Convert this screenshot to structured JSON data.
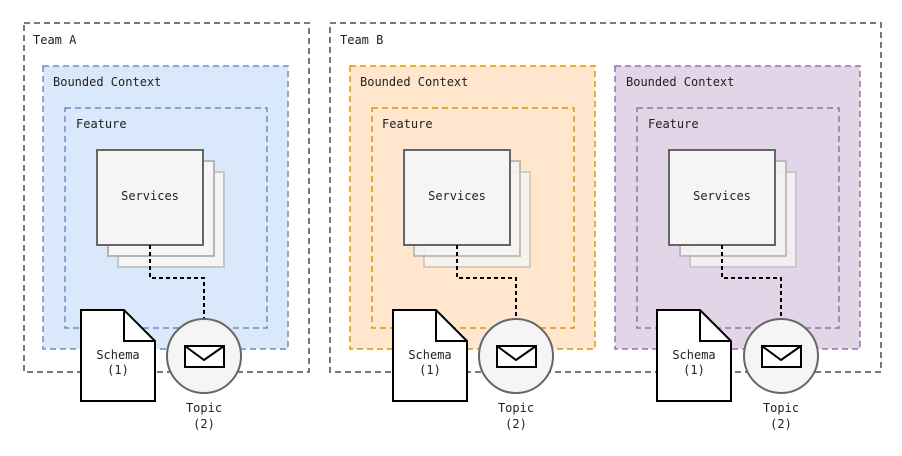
{
  "teams": [
    {
      "label": "Team A",
      "contexts": [
        {
          "label": "Bounded Context",
          "fill": "#dae8fc",
          "stroke": "#6c8ebf",
          "feature": {
            "label": "Feature",
            "services_label": "Services"
          },
          "schema": {
            "label": "Schema",
            "number": "(1)"
          },
          "topic": {
            "label": "Topic",
            "number": "(2)"
          }
        }
      ]
    },
    {
      "label": "Team B",
      "contexts": [
        {
          "label": "Bounded Context",
          "fill": "#ffe6cc",
          "stroke": "#d79b00",
          "feature": {
            "label": "Feature",
            "services_label": "Services"
          },
          "schema": {
            "label": "Schema",
            "number": "(1)"
          },
          "topic": {
            "label": "Topic",
            "number": "(2)"
          }
        },
        {
          "label": "Bounded Context",
          "fill": "#e1d5e7",
          "stroke": "#9673a6",
          "feature": {
            "label": "Feature",
            "services_label": "Services"
          },
          "schema": {
            "label": "Schema",
            "number": "(1)"
          },
          "topic": {
            "label": "Topic",
            "number": "(2)"
          }
        }
      ]
    }
  ]
}
